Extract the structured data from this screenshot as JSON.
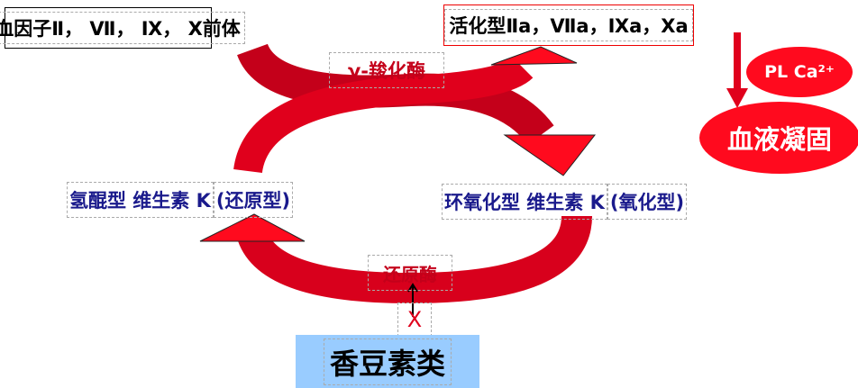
{
  "precursor": "凝血因子Ⅱ， Ⅶ， Ⅸ， Ⅹ前体",
  "activated": "活化型Ⅱa，Ⅶa，Ⅸa，Ⅹa",
  "carboxylase": "γ-羧化酶",
  "cofactors": "PL Ca²⁺",
  "coagulation": "血液凝固",
  "reduced_vk": {
    "name": "氢醌型 维生素 K",
    "form": "(还原型)"
  },
  "oxidized_vk": {
    "name": "环氧化型 维生素 K",
    "form": "(氧化型)"
  },
  "reductase": "还原酶",
  "inhibit_mark": "X",
  "inhibitor": "香豆素类",
  "colors": {
    "dark_red": "#c4001a",
    "red": "#ff0a1e",
    "navy": "#1a1a8c",
    "inhibitor_bg": "#99ccff"
  }
}
